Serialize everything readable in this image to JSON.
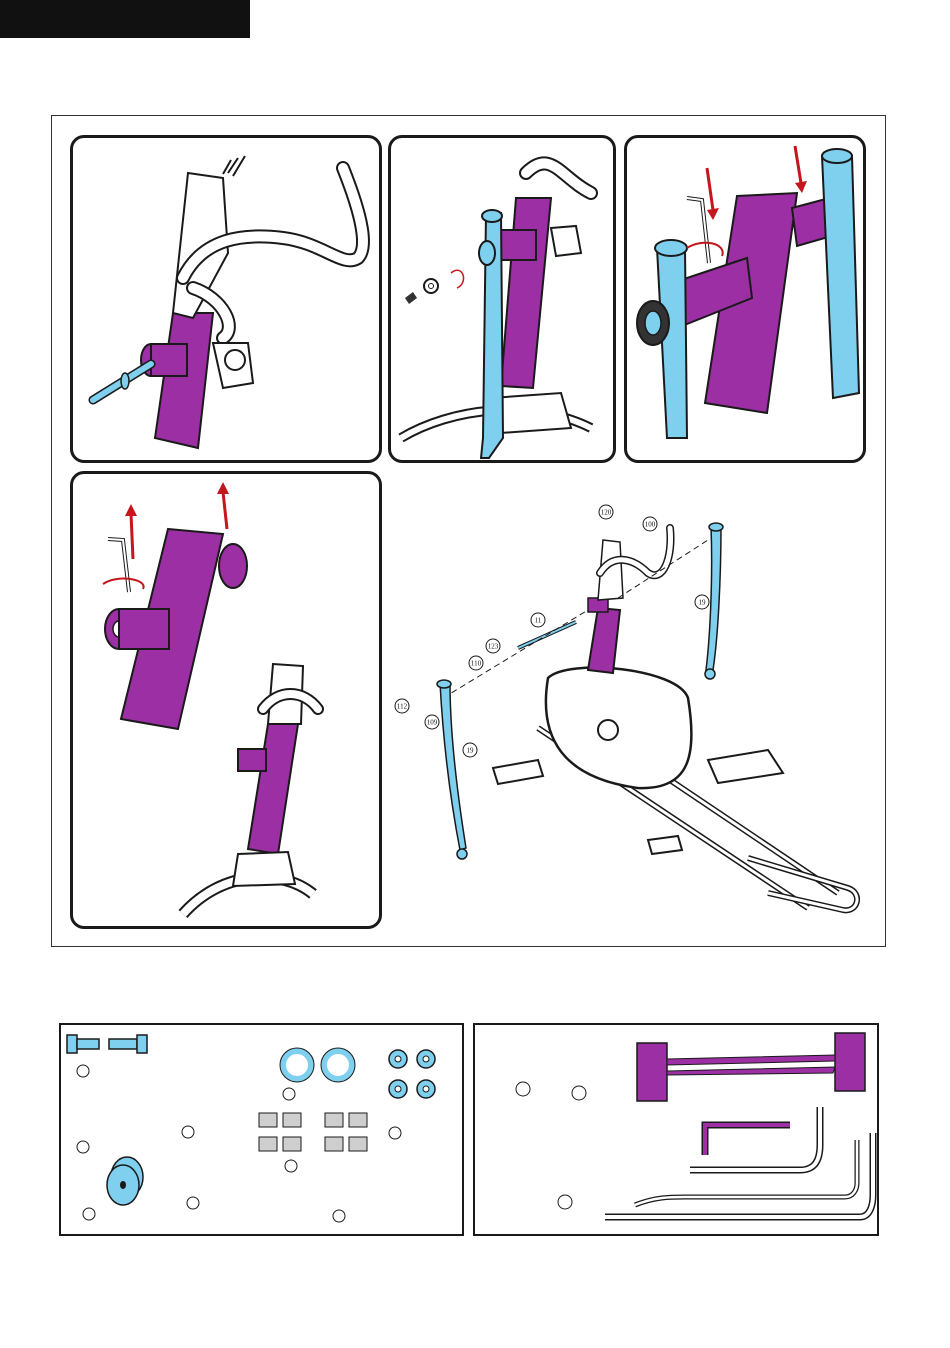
{
  "colors": {
    "frame_purple": "#9b2fa3",
    "arm_blue": "#7fd0ef",
    "arrow_red": "#c4161c",
    "outline": "#1a1a1a",
    "header_black": "#111111"
  },
  "callouts": {
    "p11": "11",
    "p19_left": "19",
    "p19_right": "19",
    "p109": "109",
    "p110": "110",
    "p112": "112",
    "p123": "123",
    "pA": "120",
    "pB": "100"
  },
  "icons": [
    "hex-bolt-icon",
    "washer-icon",
    "lock-nut-icon",
    "allen-key-icon",
    "axle-icon",
    "wrench-icon"
  ]
}
